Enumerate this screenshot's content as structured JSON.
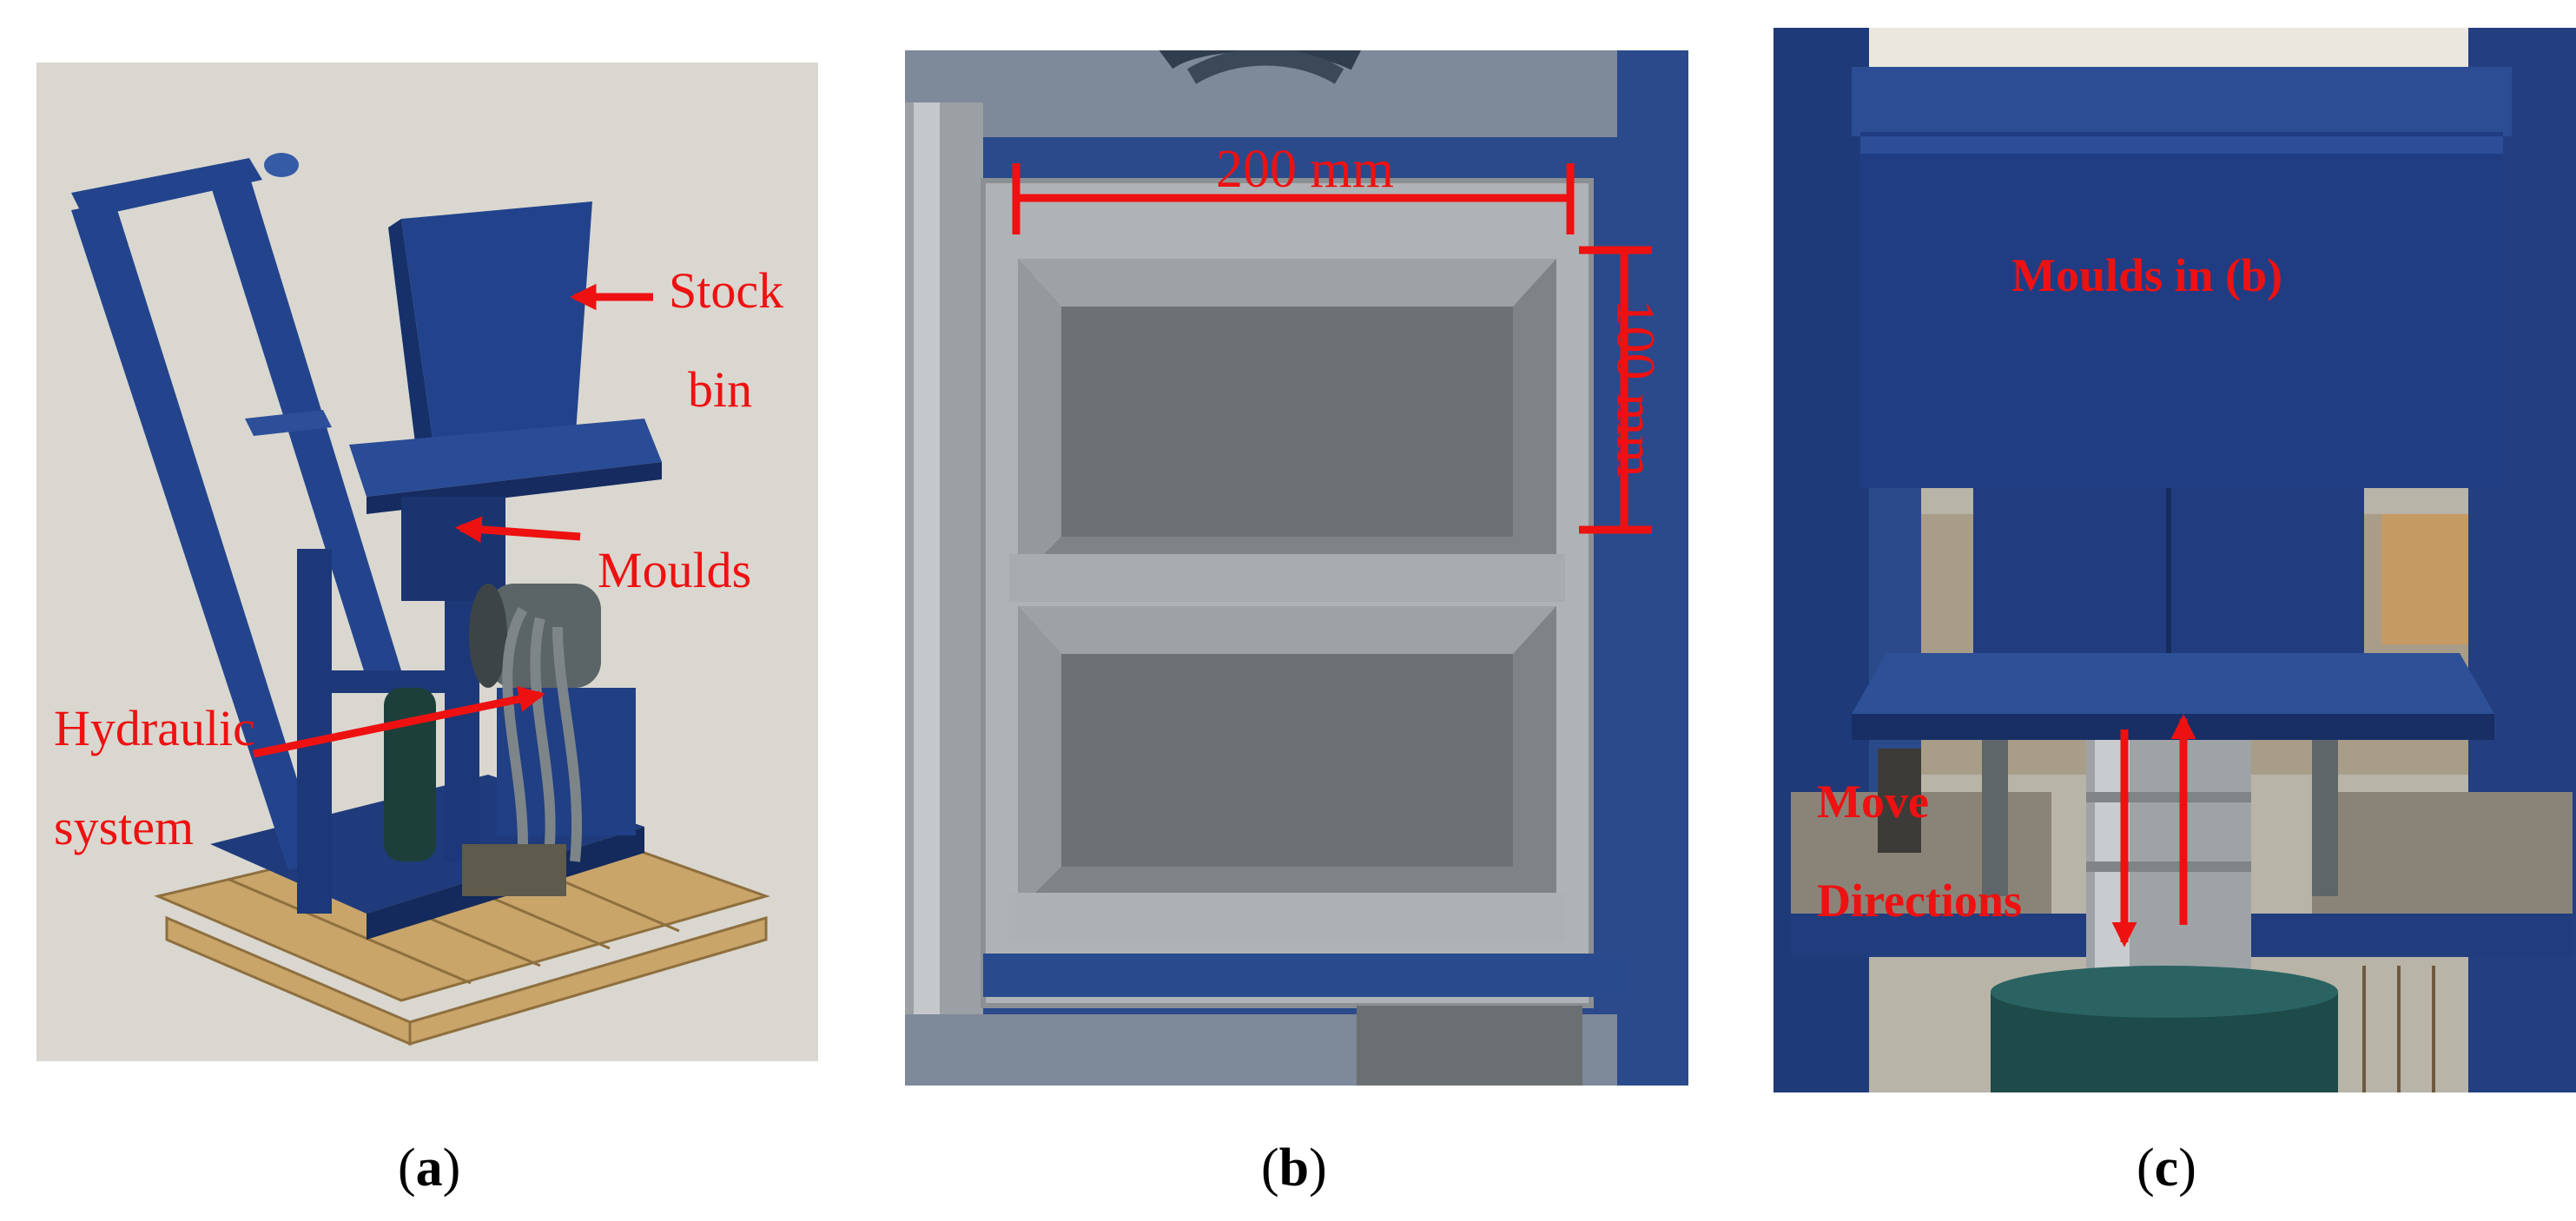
{
  "panels": {
    "a": {
      "caption_open": "(",
      "caption_letter": "a",
      "caption_close": ")",
      "labels": {
        "stock": "Stock",
        "bin": "bin",
        "moulds": "Moulds",
        "hydraulic": "Hydraulic",
        "system": "system"
      }
    },
    "b": {
      "caption_open": "(",
      "caption_letter": "b",
      "caption_close": ")",
      "labels": {
        "width": "200 mm",
        "height": "100 mm"
      }
    },
    "c": {
      "caption_open": "(",
      "caption_letter": "c",
      "caption_close": ")",
      "labels": {
        "moulds_in": "Moulds in (b)",
        "move": "Move",
        "directions": "Directions"
      }
    }
  },
  "colors": {
    "annotation": "#ee1111",
    "machine_blue": "#1e3a7a",
    "pallet_wood": "#c9a56a",
    "backdrop_a": "#d8d6cf",
    "mould_grey": "#8d8f94",
    "steel": "#9ea3a6"
  }
}
